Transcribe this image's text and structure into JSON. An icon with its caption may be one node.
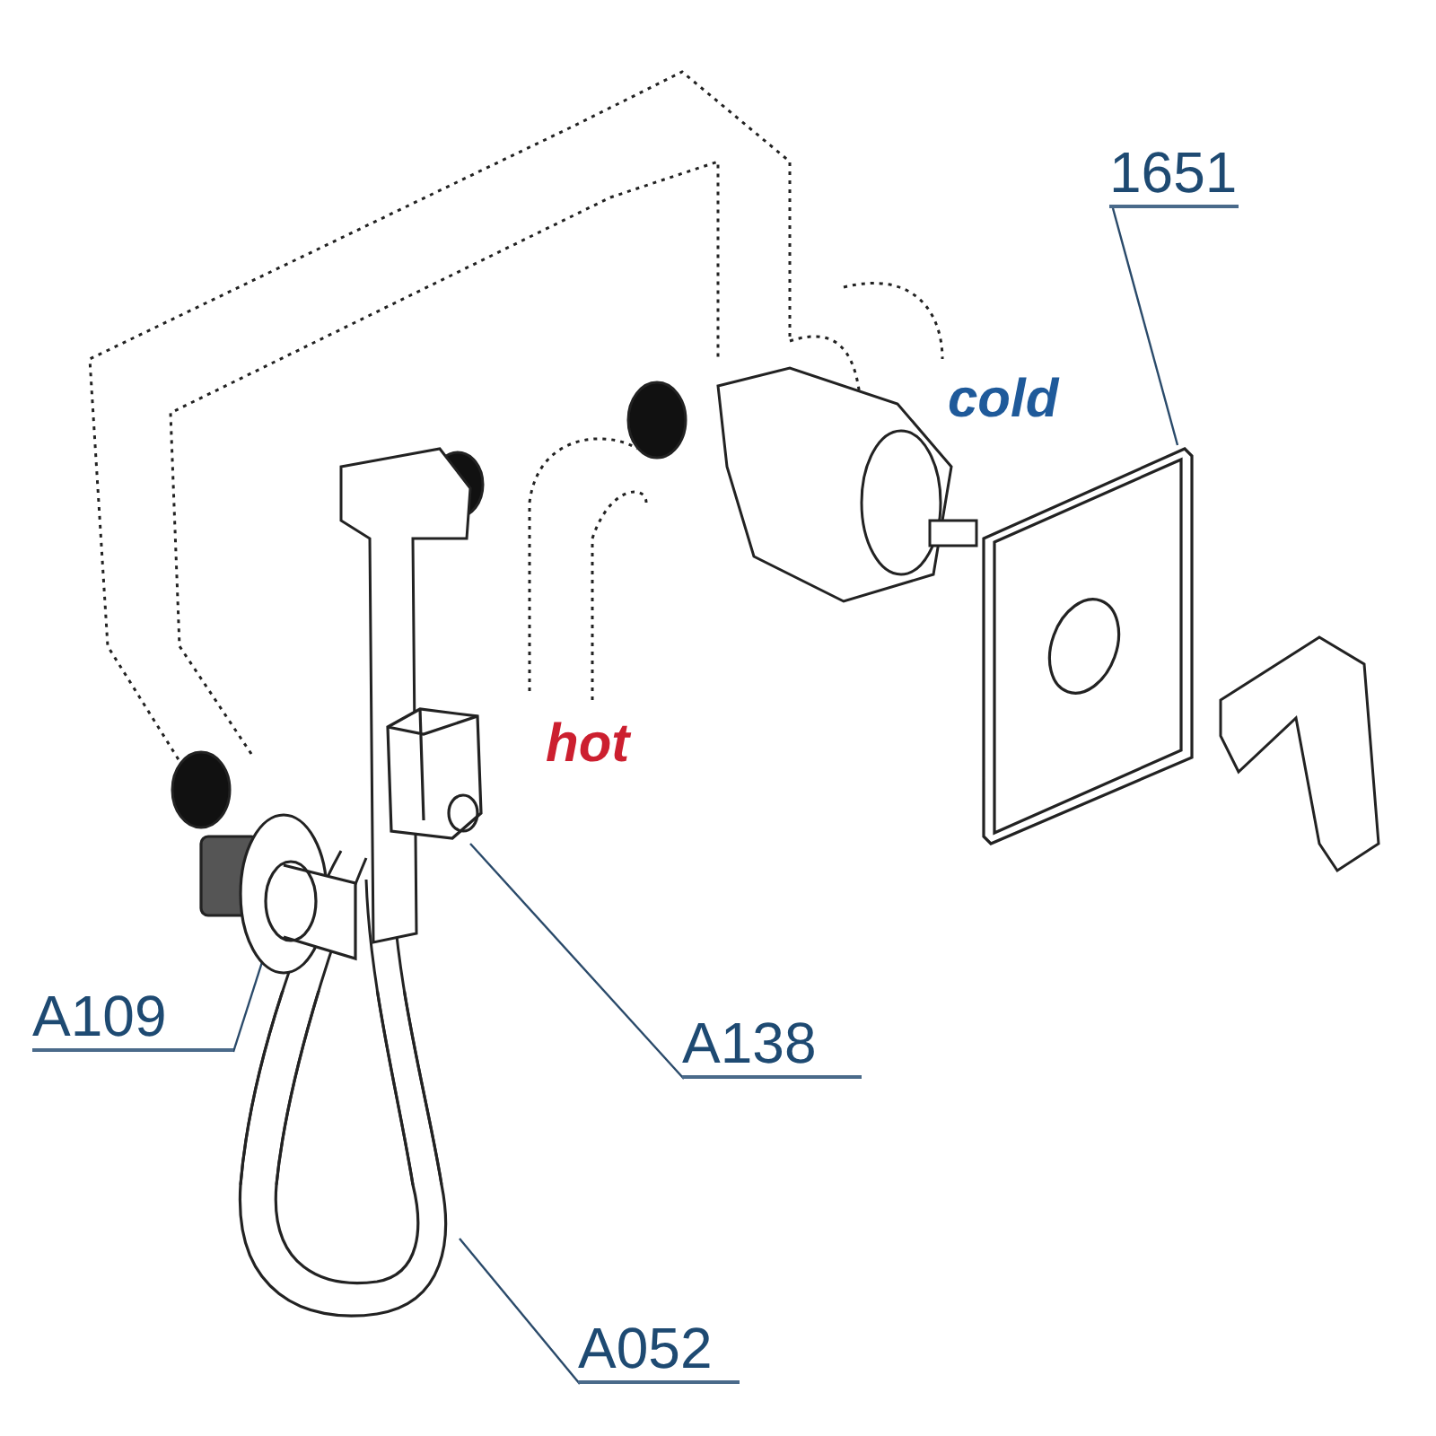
{
  "diagram": {
    "nodes": [
      {
        "text": [
          "1651"
        ]
      },
      {
        "text": [
          "A109"
        ]
      },
      {
        "text": [
          "A138"
        ]
      },
      {
        "text": [
          "A052"
        ]
      },
      {
        "text": [],
        "shape": "picture"
      },
      {
        "text": [],
        "shape": "picture"
      },
      {
        "text": [],
        "shape": "picture"
      },
      {
        "text": [],
        "shape": "picture"
      }
    ],
    "edges": [
      {
        "from": 0,
        "to": 4,
        "arrow": "none"
      },
      {
        "from": 1,
        "to": 5,
        "arrow": "none"
      },
      {
        "from": 2,
        "to": 6,
        "arrow": "none"
      },
      {
        "from": 3,
        "to": 7,
        "arrow": "none"
      }
    ],
    "labels": [
      "cold",
      "hot"
    ]
  }
}
